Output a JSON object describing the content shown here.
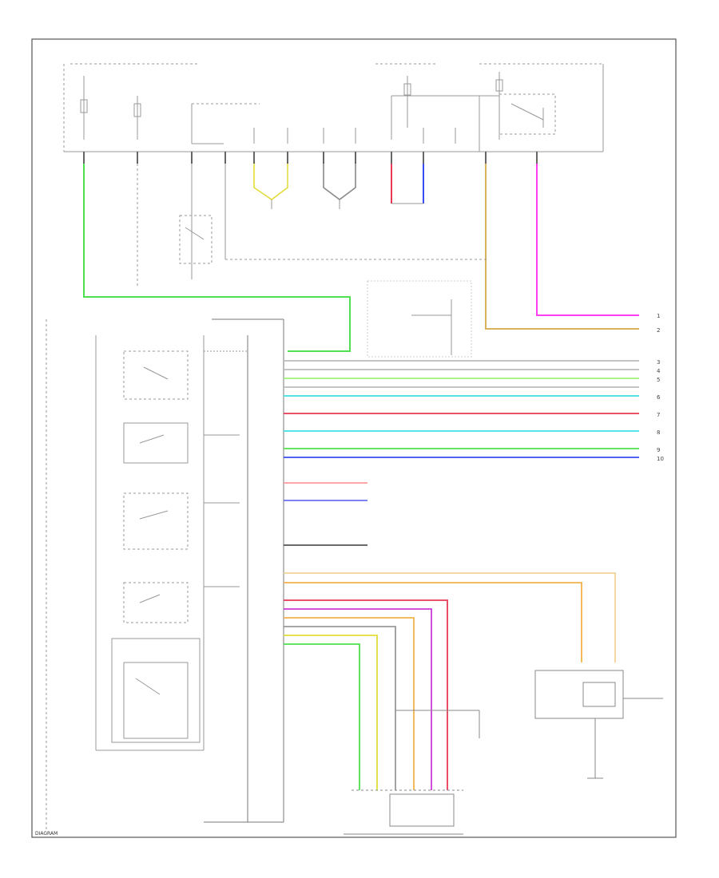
{
  "colors": {
    "border": "#555555",
    "line": "#8a8a8a",
    "thin": "#b5b5b5",
    "green": "#4ee04e",
    "yellow": "#e2dc3a",
    "tan": "#d8b35c",
    "orange": "#f2b24a",
    "red": "#e83a55",
    "pink": "#ff9a9a",
    "magenta": "#ff3df2",
    "cyan": "#3fe0e6",
    "blue": "#3a4cf0",
    "lightgreen": "#9ef07a",
    "violet": "#cc3ad8"
  },
  "labels": {
    "footer_code": "DIAGRAM"
  },
  "connectors": {
    "right_numbers": [
      "1",
      "2",
      "3",
      "4",
      "5",
      "6",
      "7",
      "8",
      "9",
      "10"
    ]
  }
}
